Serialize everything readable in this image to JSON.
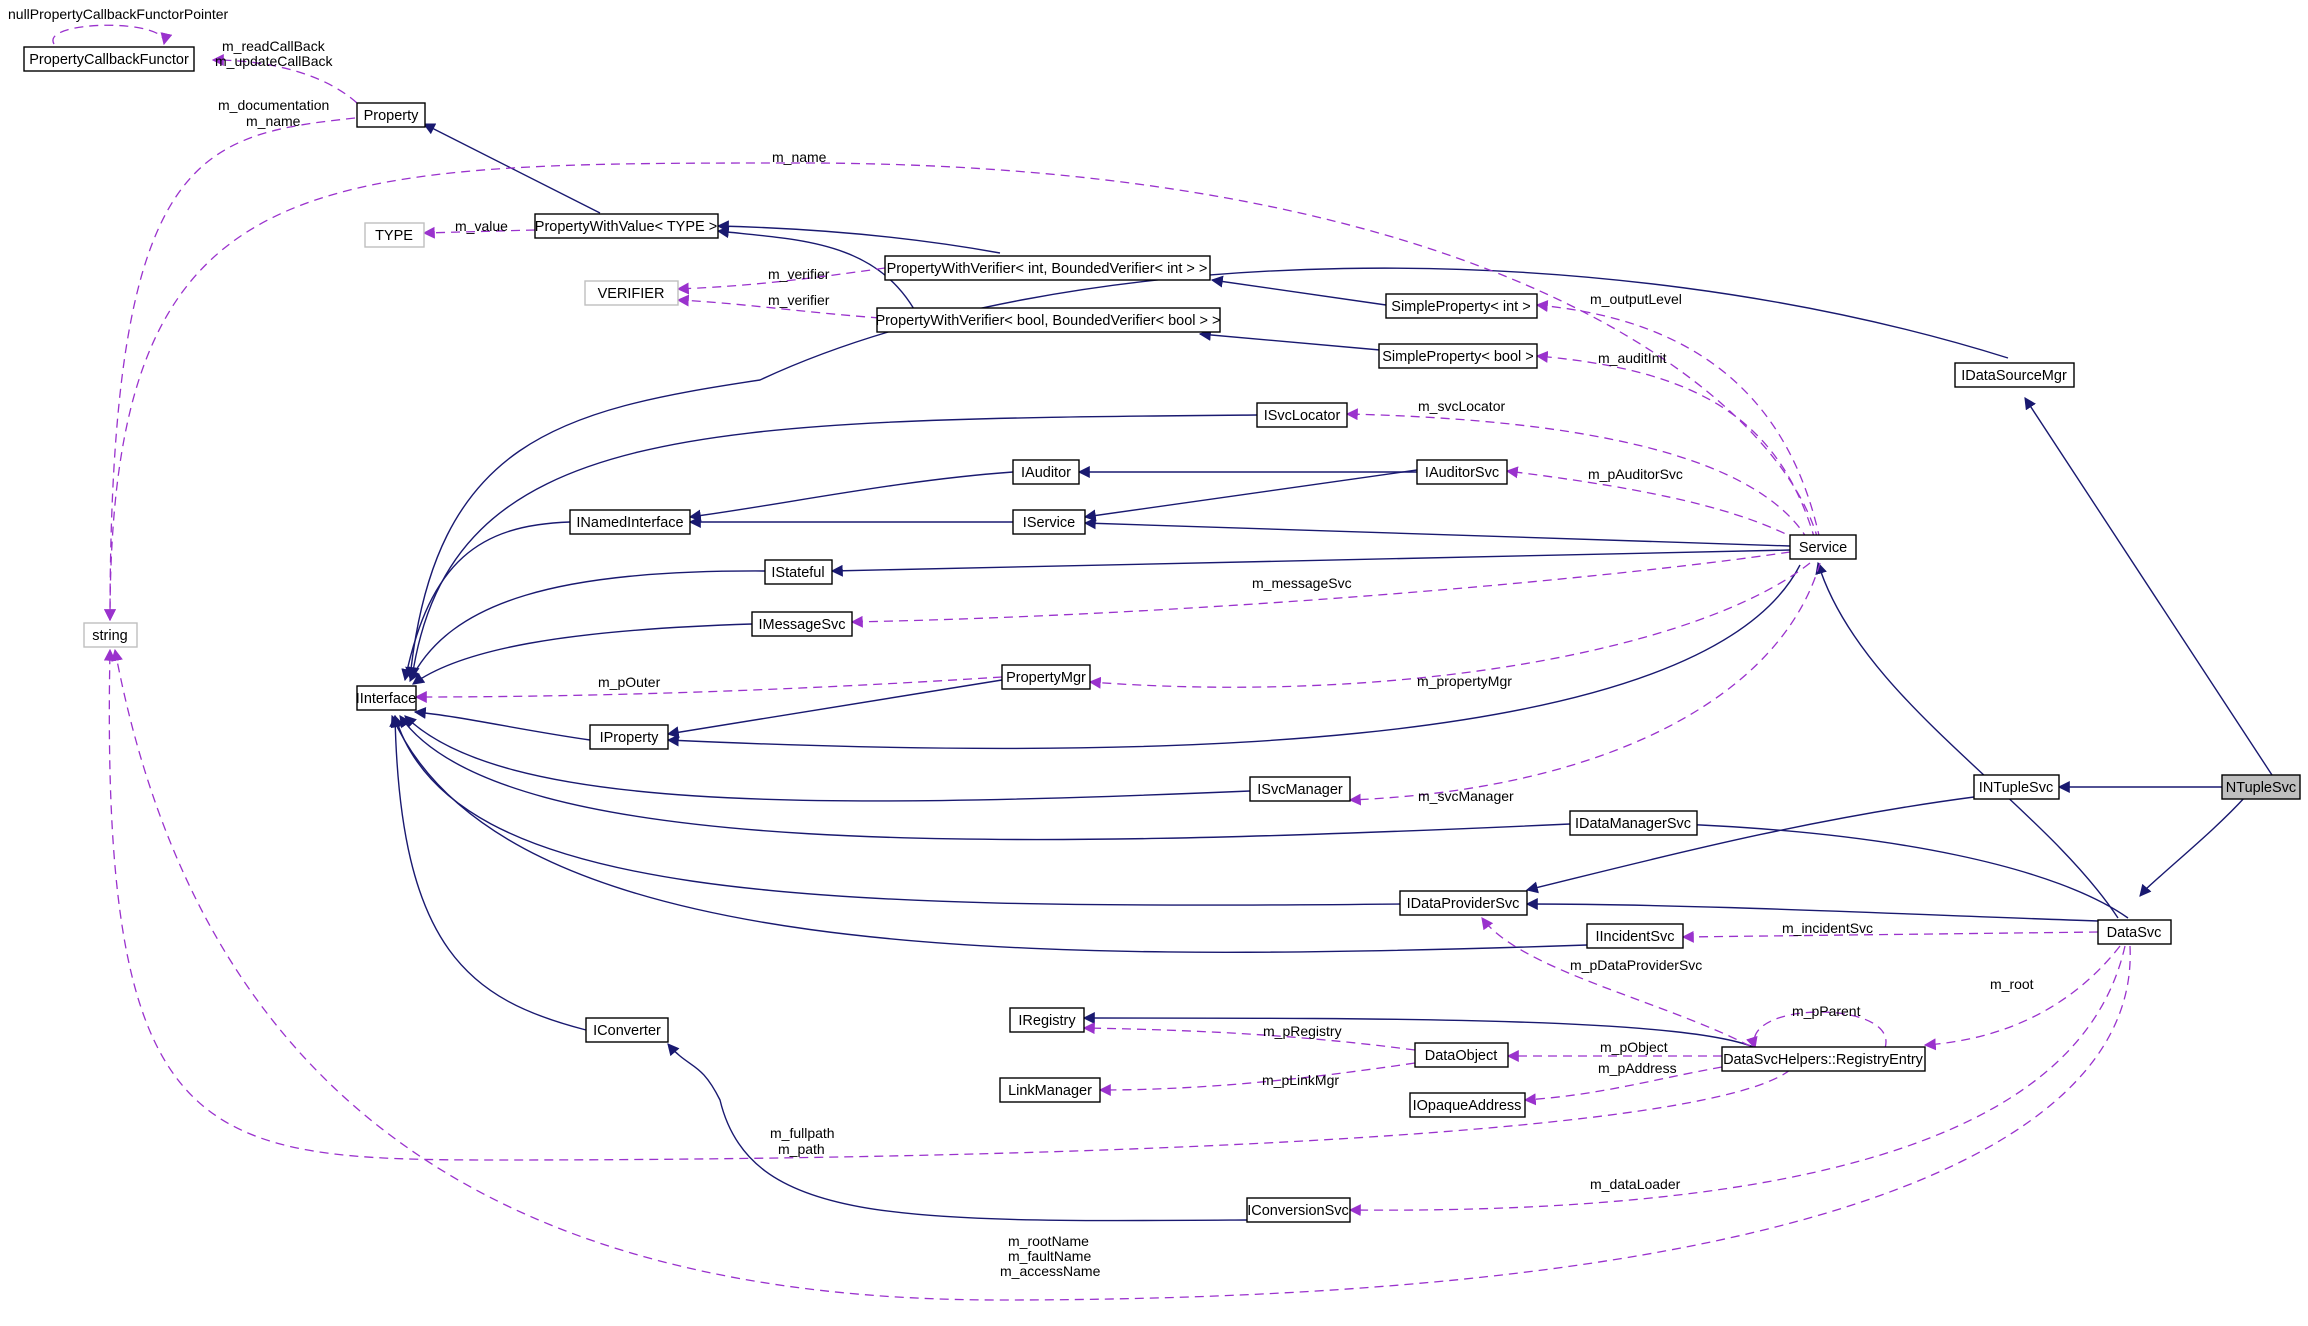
{
  "colors": {
    "inheritance_edge": "#191970",
    "usage_edge": "#9a32cd",
    "focus_node_fill": "#bfbfbf",
    "undocumented_node_border": "#bfbfbf"
  },
  "nodes": {
    "ntuplesvc": "NTupleSvc",
    "intuplesvc": "INTupleSvc",
    "datasvc": "DataSvc",
    "idatasourcemgr": "IDataSourceMgr",
    "service": "Service",
    "iinterface": "IInterface",
    "string": "string",
    "property": "Property",
    "propertycallbackfunctor": "PropertyCallbackFunctor",
    "propertywithvalue": "PropertyWithValue< TYPE >",
    "type": "TYPE",
    "verifier": "VERIFIER",
    "pwv_int": "PropertyWithVerifier< int, BoundedVerifier< int > >",
    "pwv_bool": "PropertyWithVerifier< bool, BoundedVerifier< bool > >",
    "simpleproperty_int": "SimpleProperty< int >",
    "simpleproperty_bool": "SimpleProperty< bool >",
    "isvclocator": "ISvcLocator",
    "iauditor": "IAuditor",
    "iauditorsvc": "IAuditorSvc",
    "inamedinterface": "INamedInterface",
    "iservice": "IService",
    "istateful": "IStateful",
    "imessagesvc": "IMessageSvc",
    "propertymgr": "PropertyMgr",
    "iproperty": "IProperty",
    "isvcmanager": "ISvcManager",
    "idatamanagersvc": "IDataManagerSvc",
    "idataprovidersvc": "IDataProviderSvc",
    "iincidentsvc": "IIncidentSvc",
    "iregistry": "IRegistry",
    "dataobject": "DataObject",
    "registryentry": "DataSvcHelpers::RegistryEntry",
    "linkmanager": "LinkManager",
    "iopaqueaddress": "IOpaqueAddress",
    "iconverter": "IConverter",
    "iconversionsvc": "IConversionSvc"
  },
  "edge_labels": {
    "null_functor": "nullPropertyCallbackFunctorPointer",
    "read_callback": "m_readCallBack",
    "update_callback": "m_updateCallBack",
    "documentation": "m_documentation",
    "name": "m_name",
    "m_name_service": "m_name",
    "value": "m_value",
    "verifier_int": "m_verifier",
    "verifier_bool": "m_verifier",
    "output_level": "m_outputLevel",
    "audit_init": "m_auditInit",
    "svc_locator": "m_svcLocator",
    "p_auditor_svc": "m_pAuditorSvc",
    "message_svc": "m_messageSvc",
    "p_outer": "m_pOuter",
    "property_mgr": "m_propertyMgr",
    "svc_manager": "m_svcManager",
    "incident_svc": "m_incidentSvc",
    "p_data_provider_svc": "m_pDataProviderSvc",
    "p_parent": "m_pParent",
    "root": "m_root",
    "p_registry": "m_pRegistry",
    "p_object": "m_pObject",
    "p_link_mgr": "m_pLinkMgr",
    "p_address": "m_pAddress",
    "fullpath": "m_fullpath",
    "path": "m_path",
    "data_loader": "m_dataLoader",
    "root_name": "m_rootName",
    "fault_name": "m_faultName",
    "access_name": "m_accessName"
  }
}
